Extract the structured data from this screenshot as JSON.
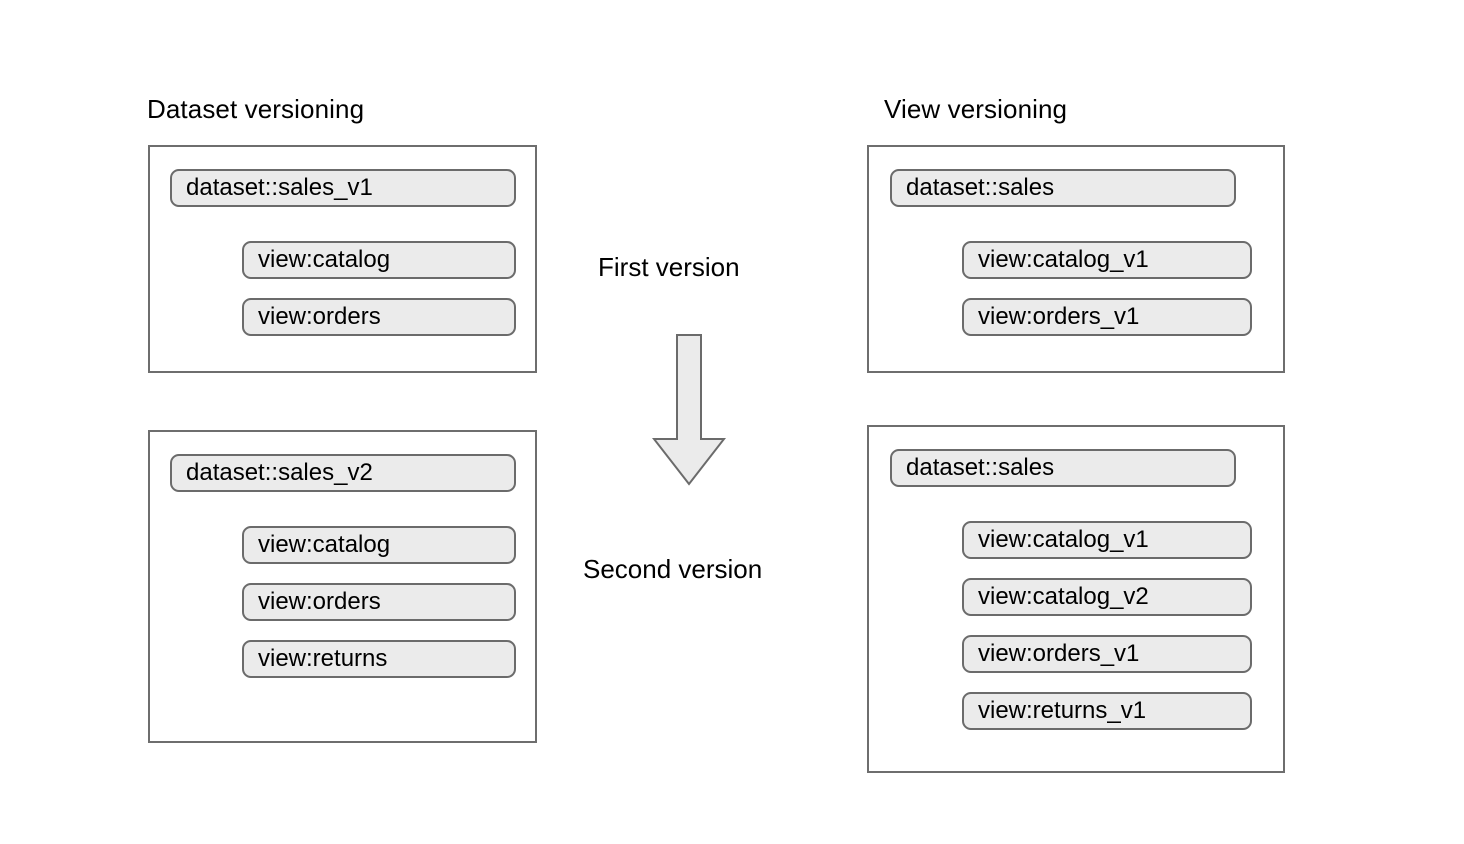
{
  "diagram": {
    "title_left": "Dataset versioning",
    "title_right": "View versioning",
    "center": {
      "first_label": "First version",
      "second_label": "Second version",
      "arrow_icon": "down-block-arrow-icon",
      "arrow_direction": "down"
    },
    "colors": {
      "page_background": "#ffffff",
      "container_border": "#6e6e6e",
      "pill_fill": "#ebebeb",
      "pill_border": "#6b6b6b",
      "arrow_fill": "#ebebeb",
      "arrow_border": "#6b6b6b",
      "text": "#000000"
    },
    "columns": [
      {
        "key": "dataset_versioning",
        "heading": "Dataset versioning",
        "groups": [
          {
            "key": "dataset_v1",
            "stage": "First version",
            "dataset": "dataset::sales_v1",
            "views": [
              "view:catalog",
              "view:orders"
            ]
          },
          {
            "key": "dataset_v2",
            "stage": "Second version",
            "dataset": "dataset::sales_v2",
            "views": [
              "view:catalog",
              "view:orders",
              "view:returns"
            ]
          }
        ]
      },
      {
        "key": "view_versioning",
        "heading": "View versioning",
        "groups": [
          {
            "key": "view_v1",
            "stage": "First version",
            "dataset": "dataset::sales",
            "views": [
              "view:catalog_v1",
              "view:orders_v1"
            ]
          },
          {
            "key": "view_v2",
            "stage": "Second version",
            "dataset": "dataset::sales",
            "views": [
              "view:catalog_v1",
              "view:catalog_v2",
              "view:orders_v1",
              "view:returns_v1"
            ]
          }
        ]
      }
    ]
  }
}
